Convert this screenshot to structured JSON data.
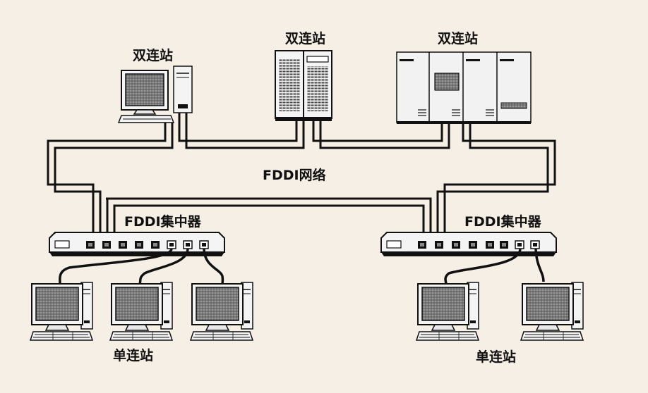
{
  "diagram": {
    "network_label": "FDDI网络",
    "dual_station_label": "双连站",
    "concentrator_label": "FDDI集中器",
    "single_station_label": "单连站"
  },
  "icons": {
    "dual_stations": [
      "workstation-icon",
      "server-icon",
      "mainframe-icon"
    ],
    "concentrators": [
      "concentrator-icon",
      "concentrator-icon"
    ],
    "single_stations": [
      "computer-icon",
      "computer-icon",
      "computer-icon",
      "computer-icon",
      "computer-icon"
    ]
  },
  "colors": {
    "background": "#f6efe5",
    "line": "#111111"
  }
}
